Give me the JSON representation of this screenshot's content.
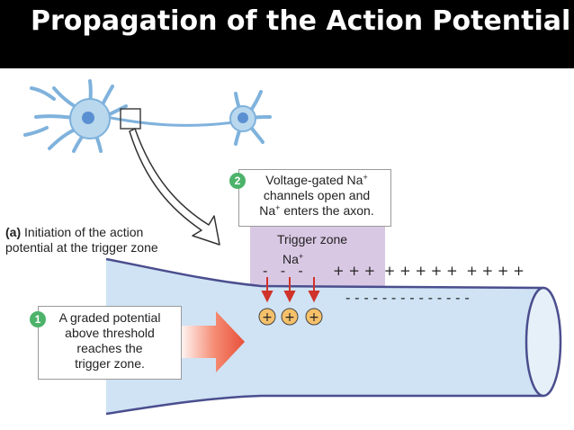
{
  "title": "Propagation of the Action Potential",
  "panel_label_a": "(a)",
  "panel_title_line1": "Initiation of the action",
  "panel_title_line2": "potential at the trigger zone",
  "step1": {
    "number": "1",
    "lines": [
      "A graded potential",
      "above threshold",
      "reaches the",
      "trigger zone."
    ]
  },
  "step2": {
    "number": "2",
    "line1_text": "Voltage-gated Na",
    "line1_sup": "+",
    "line2": "channels open and",
    "line3_text": "Na",
    "line3_sup": "+",
    "line3_rest": " enters the axon."
  },
  "trigger_zone": {
    "label": "Trigger zone",
    "ion": "Na",
    "ion_sup": "+"
  },
  "charges": {
    "outer_minus": "-   -   -",
    "outer_plus": "+ + +  + + + + +  + + + +",
    "inner_minus": "- - - - - - - - - - - - - -",
    "cation": "+"
  },
  "colors": {
    "axon_fill": "#cfe3f4",
    "axon_outline": "#4a4e8e",
    "trigger_zone": "#d9c8e4",
    "neuron": "#b9d8ee",
    "nucleus": "#5a8fd1",
    "step_badge": "#4db36b",
    "arrow": "#f26c4f",
    "ion_arrow": "#d0332a",
    "ion_circle": "#f5c06a"
  }
}
